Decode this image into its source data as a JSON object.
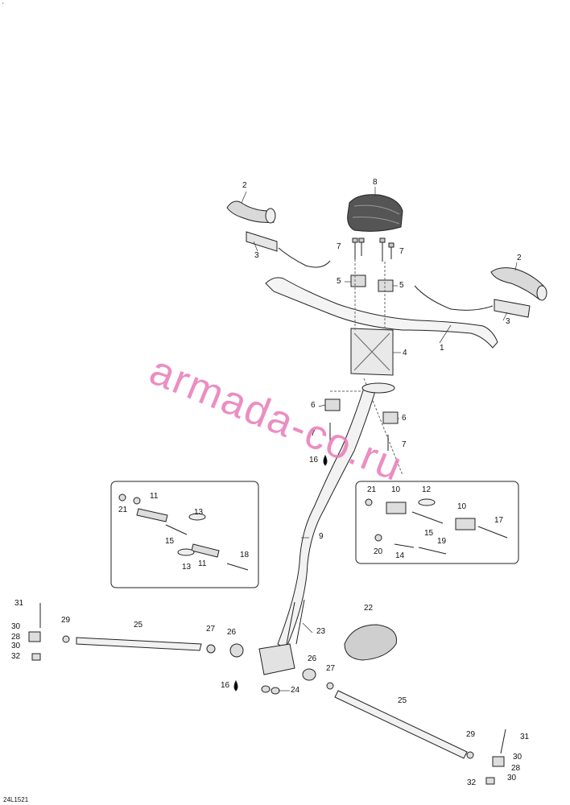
{
  "corner_mark": "'",
  "watermark": "armada-co.ru",
  "doc_code": "24L1521",
  "callouts": [
    {
      "id": "c1",
      "text": "1"
    },
    {
      "id": "c2a",
      "text": "2"
    },
    {
      "id": "c2b",
      "text": "2"
    },
    {
      "id": "c3a",
      "text": "3"
    },
    {
      "id": "c3b",
      "text": "3"
    },
    {
      "id": "c4",
      "text": "4"
    },
    {
      "id": "c5a",
      "text": "5"
    },
    {
      "id": "c5b",
      "text": "5"
    },
    {
      "id": "c6a",
      "text": "6"
    },
    {
      "id": "c6b",
      "text": "6"
    },
    {
      "id": "c7a",
      "text": "7"
    },
    {
      "id": "c7b",
      "text": "7"
    },
    {
      "id": "c7c",
      "text": "7"
    },
    {
      "id": "c7d",
      "text": "7"
    },
    {
      "id": "c8",
      "text": "8"
    },
    {
      "id": "c9",
      "text": "9"
    },
    {
      "id": "c10a",
      "text": "10"
    },
    {
      "id": "c10b",
      "text": "10"
    },
    {
      "id": "c11a",
      "text": "11"
    },
    {
      "id": "c11b",
      "text": "11"
    },
    {
      "id": "c12",
      "text": "12"
    },
    {
      "id": "c13a",
      "text": "13"
    },
    {
      "id": "c13b",
      "text": "13"
    },
    {
      "id": "c14",
      "text": "14"
    },
    {
      "id": "c15a",
      "text": "15"
    },
    {
      "id": "c15b",
      "text": "15"
    },
    {
      "id": "c16a",
      "text": "16"
    },
    {
      "id": "c16b",
      "text": "16"
    },
    {
      "id": "c17",
      "text": "17"
    },
    {
      "id": "c18",
      "text": "18"
    },
    {
      "id": "c19",
      "text": "19"
    },
    {
      "id": "c20",
      "text": "20"
    },
    {
      "id": "c21a",
      "text": "21"
    },
    {
      "id": "c21b",
      "text": "21"
    },
    {
      "id": "c22",
      "text": "22"
    },
    {
      "id": "c23",
      "text": "23"
    },
    {
      "id": "c24",
      "text": "24"
    },
    {
      "id": "c25a",
      "text": "25"
    },
    {
      "id": "c25b",
      "text": "25"
    },
    {
      "id": "c26a",
      "text": "26"
    },
    {
      "id": "c26b",
      "text": "26"
    },
    {
      "id": "c27a",
      "text": "27"
    },
    {
      "id": "c27b",
      "text": "27"
    },
    {
      "id": "c28a",
      "text": "28"
    },
    {
      "id": "c28b",
      "text": "28"
    },
    {
      "id": "c29a",
      "text": "29"
    },
    {
      "id": "c29b",
      "text": "29"
    },
    {
      "id": "c30a",
      "text": "30"
    },
    {
      "id": "c30b",
      "text": "30"
    },
    {
      "id": "c30c",
      "text": "30"
    },
    {
      "id": "c30d",
      "text": "30"
    },
    {
      "id": "c31a",
      "text": "31"
    },
    {
      "id": "c31b",
      "text": "31"
    },
    {
      "id": "c32a",
      "text": "32"
    },
    {
      "id": "c32b",
      "text": "32"
    }
  ]
}
